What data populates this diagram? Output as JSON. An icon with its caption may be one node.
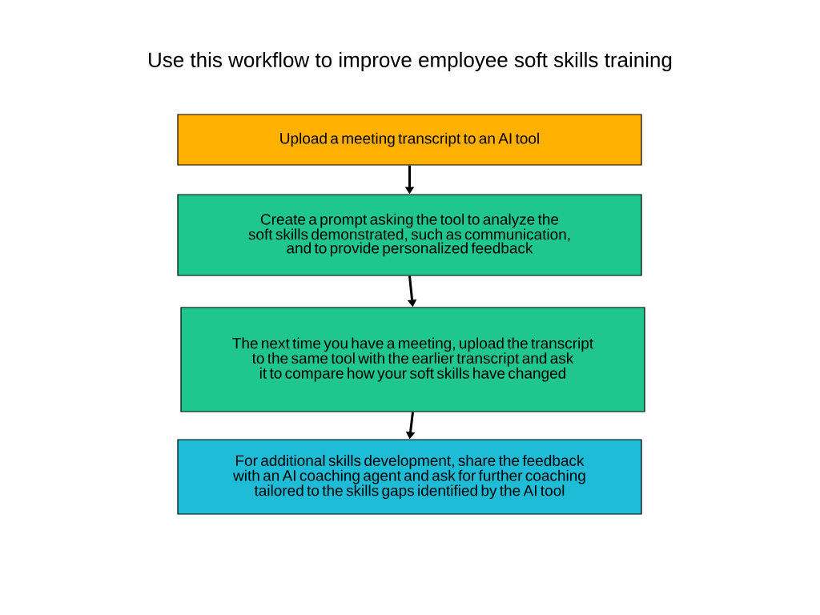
{
  "diagram": {
    "title": "Use this workflow to improve employee soft skills training",
    "nodes": [
      {
        "text": [
          "Upload a meeting transcript to an AI tool"
        ]
      },
      {
        "text": [
          "Create a prompt asking the tool to analyze the soft skills demonstrated, such as communication, and to provide personalized feedback"
        ]
      },
      {
        "text": [
          "The next time you have a meeting, upload the transcript to the same tool with the earlier transcript and ask it to compare how your soft skills have changed"
        ]
      },
      {
        "text": [
          "For additional skills development, share the feedback with an AI coaching agent and ask for further coaching tailored to the skills gaps identified by the AI tool"
        ]
      }
    ],
    "edges": [
      {
        "from": 0,
        "to": 1,
        "arrow": "to"
      },
      {
        "from": 1,
        "to": 2,
        "arrow": "to"
      },
      {
        "from": 2,
        "to": 3,
        "arrow": "to"
      }
    ]
  }
}
